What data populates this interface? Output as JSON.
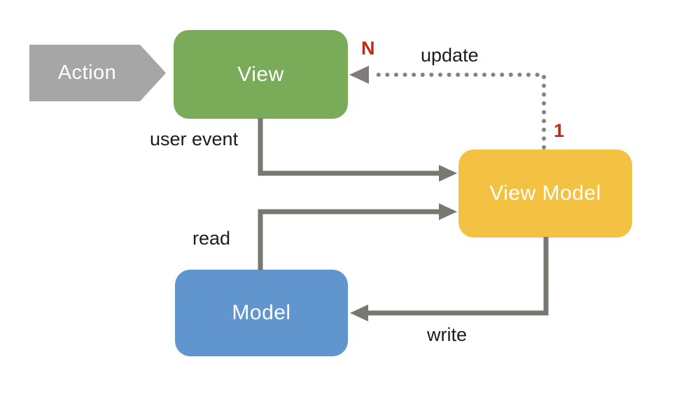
{
  "diagram": {
    "type": "mvvm-architecture",
    "nodes": {
      "action": {
        "label": "Action",
        "color": "#a6a6a6",
        "text_color": "#ffffff",
        "shape": "chevron-right"
      },
      "view": {
        "label": "View",
        "color": "#7aab59",
        "text_color": "#ffffff",
        "shape": "rounded-rect"
      },
      "view_model": {
        "label": "View Model",
        "color": "#f4c242",
        "text_color": "#ffffff",
        "shape": "rounded-rect"
      },
      "model": {
        "label": "Model",
        "color": "#6096cd",
        "text_color": "#ffffff",
        "shape": "rounded-rect"
      }
    },
    "edges": {
      "user_event": {
        "label": "user event",
        "style": "solid",
        "from": "view",
        "to": "view_model"
      },
      "update": {
        "label": "update",
        "style": "dotted",
        "from": "view_model",
        "to": "view",
        "target_multiplicity": "N",
        "source_multiplicity": "1"
      },
      "read": {
        "label": "read",
        "style": "solid",
        "from": "model",
        "to": "view_model"
      },
      "write": {
        "label": "write",
        "style": "solid",
        "from": "view_model",
        "to": "model"
      }
    },
    "colors": {
      "edge_gray": "#7a7671",
      "dotted_gray": "#838381",
      "multiplicity_red": "#be2a1b",
      "label_black": "#1c1c1c",
      "background": "#ffffff"
    }
  }
}
